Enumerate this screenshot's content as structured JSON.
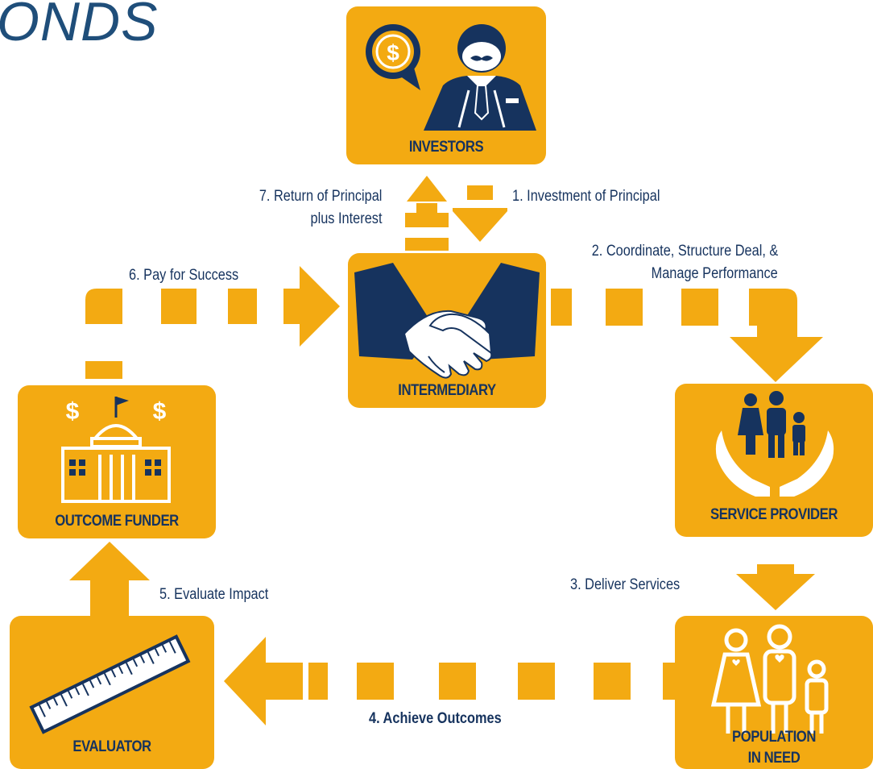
{
  "title": "ONDS",
  "colors": {
    "orange": "#f3aa12",
    "navy": "#16335e",
    "white": "#ffffff"
  },
  "nodes": {
    "investors": {
      "label": "INVESTORS",
      "icon": "investor-icon"
    },
    "intermediary": {
      "label": "INTERMEDIARY",
      "icon": "handshake-icon"
    },
    "service_provider": {
      "label": "SERVICE PROVIDER",
      "icon": "family-in-hands-icon"
    },
    "population": {
      "label_line1": "POPULATION",
      "label_line2": "IN NEED",
      "icon": "family-icon"
    },
    "evaluator": {
      "label": "EVALUATOR",
      "icon": "ruler-icon"
    },
    "outcome_funder": {
      "label": "OUTCOME FUNDER",
      "icon": "government-building-icon"
    }
  },
  "steps": {
    "s1": "1. Investment of Principal",
    "s2_line1": "2. Coordinate, Structure Deal, &",
    "s2_line2": "Manage Performance",
    "s3": "3. Deliver Services",
    "s4": "4. Achieve Outcomes",
    "s5": "5. Evaluate Impact",
    "s6": "6. Pay for Success",
    "s7_line1": "7. Return of Principal",
    "s7_line2": "plus Interest"
  }
}
